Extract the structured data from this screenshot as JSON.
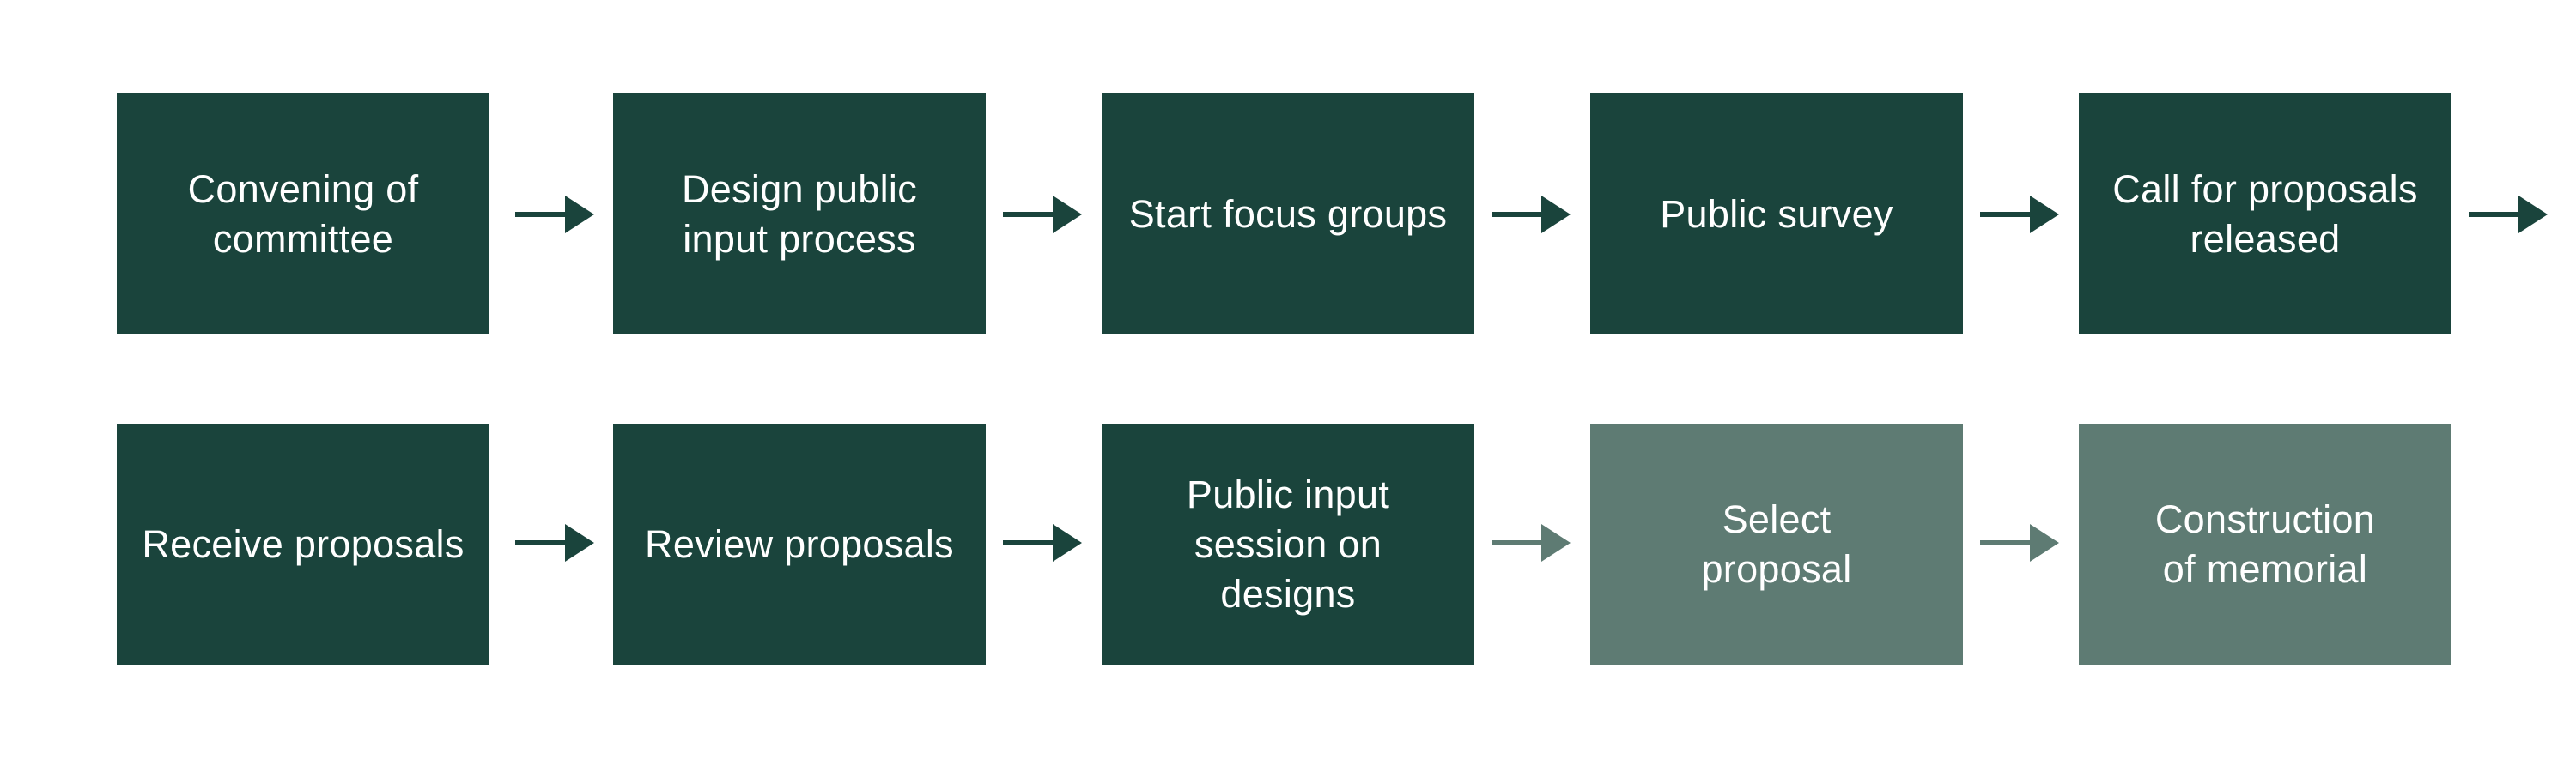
{
  "colors": {
    "completed_fill": "#1a443c",
    "upcoming_fill": "#5e7b73",
    "text": "#ffffff",
    "arrow_completed": "#1a443c",
    "arrow_upcoming": "#5e7b73"
  },
  "steps": [
    {
      "label": "Convening of\ncommittee",
      "status": "completed"
    },
    {
      "label": "Design public\ninput process",
      "status": "completed"
    },
    {
      "label": "Start focus groups",
      "status": "completed"
    },
    {
      "label": "Public survey",
      "status": "completed"
    },
    {
      "label": "Call for proposals\nreleased",
      "status": "completed"
    },
    {
      "label": "Receive proposals",
      "status": "completed"
    },
    {
      "label": "Review proposals",
      "status": "completed"
    },
    {
      "label": "Public input\nsession on\ndesigns",
      "status": "completed"
    },
    {
      "label": "Select\nproposal",
      "status": "upcoming"
    },
    {
      "label": "Construction\nof memorial",
      "status": "upcoming"
    }
  ],
  "arrows": [
    {
      "status": "completed"
    },
    {
      "status": "completed"
    },
    {
      "status": "completed"
    },
    {
      "status": "completed"
    },
    {
      "status": "completed"
    },
    {
      "status": "completed"
    },
    {
      "status": "completed"
    },
    {
      "status": "upcoming"
    },
    {
      "status": "upcoming"
    }
  ]
}
